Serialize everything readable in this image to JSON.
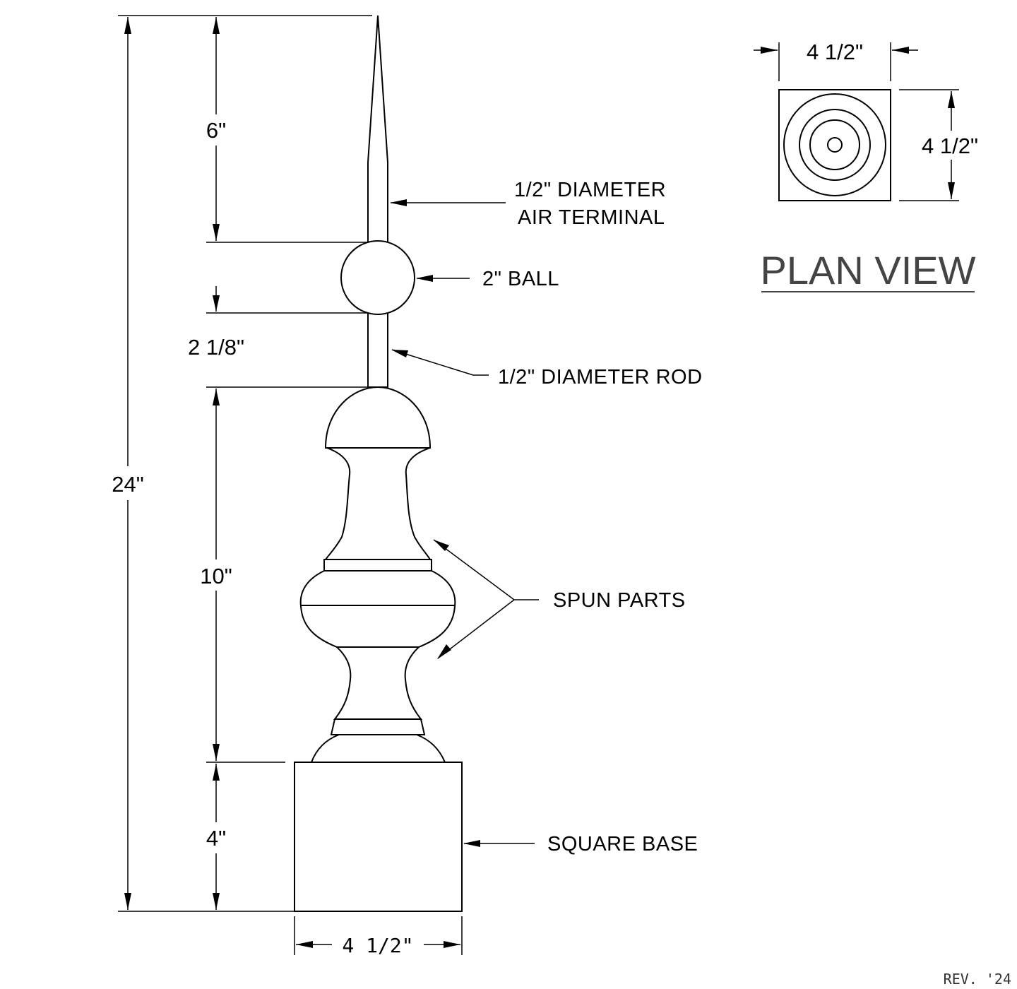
{
  "dimensions": {
    "overall": "24\"",
    "spike": "6\"",
    "ball_rod": "2 1/8\"",
    "spun_body": "10\"",
    "base_height": "4\"",
    "base_width": "4 1/2\"",
    "plan_width": "4 1/2\"",
    "plan_depth": "4 1/2\""
  },
  "labels": {
    "air_terminal_line1": "1/2\" DIAMETER",
    "air_terminal_line2": "AIR TERMINAL",
    "ball": "2\" BALL",
    "rod": "1/2\" DIAMETER ROD",
    "spun_parts": "SPUN PARTS",
    "square_base": "SQUARE BASE"
  },
  "plan_view": {
    "title": "PLAN VIEW"
  },
  "revision": "REV. '24"
}
